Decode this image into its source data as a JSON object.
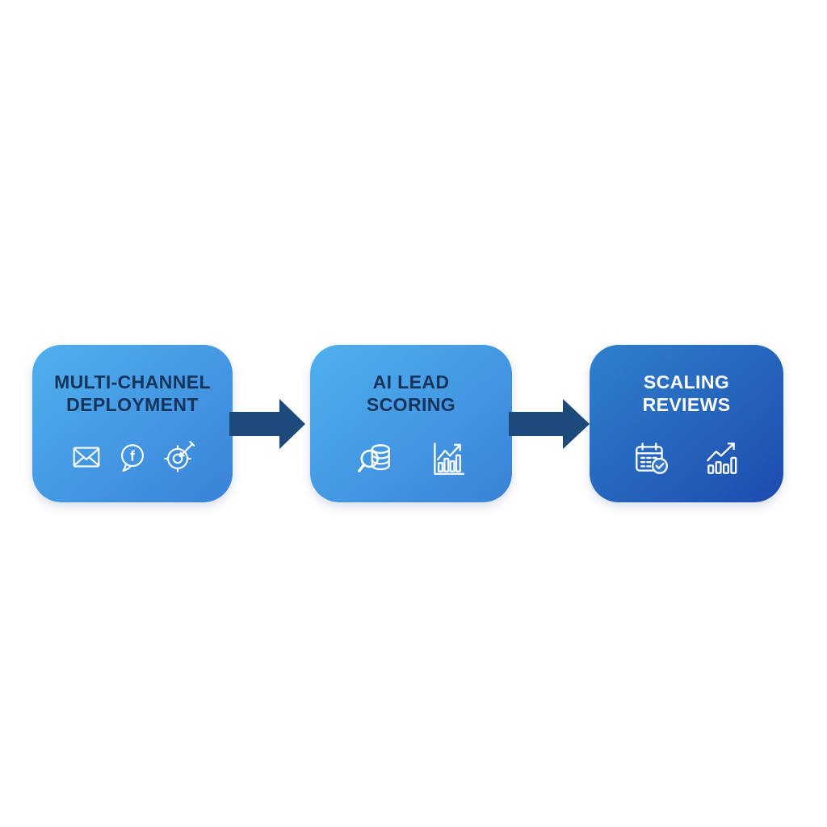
{
  "page": {
    "background_color": "#ffffff",
    "title": "Marketing automation flow diagram"
  },
  "diagram": {
    "arrow_color": "#1d4a7a",
    "steps": [
      {
        "title_line1": "MULTI-CHANNEL",
        "title_line2": "DEPLOYMENT",
        "icons": [
          "email-icon",
          "facebook-chat-icon",
          "target-dart-icon"
        ],
        "gradient_start": "#4fb0ee",
        "gradient_end": "#3a82d8",
        "text_color": "#16335c"
      },
      {
        "title_line1": "AI LEAD",
        "title_line2": "SCORING",
        "icons": [
          "search-database-icon",
          "bar-chart-trend-icon"
        ],
        "gradient_start": "#4fb0ee",
        "gradient_end": "#3a82d8",
        "text_color": "#16335c"
      },
      {
        "title_line1": "SCALING",
        "title_line2": "REVIEWS",
        "icons": [
          "calendar-check-icon",
          "growth-chart-icon"
        ],
        "gradient_start": "#2f80ce",
        "gradient_end": "#1d4caf",
        "text_color": "#ffffff"
      }
    ]
  }
}
